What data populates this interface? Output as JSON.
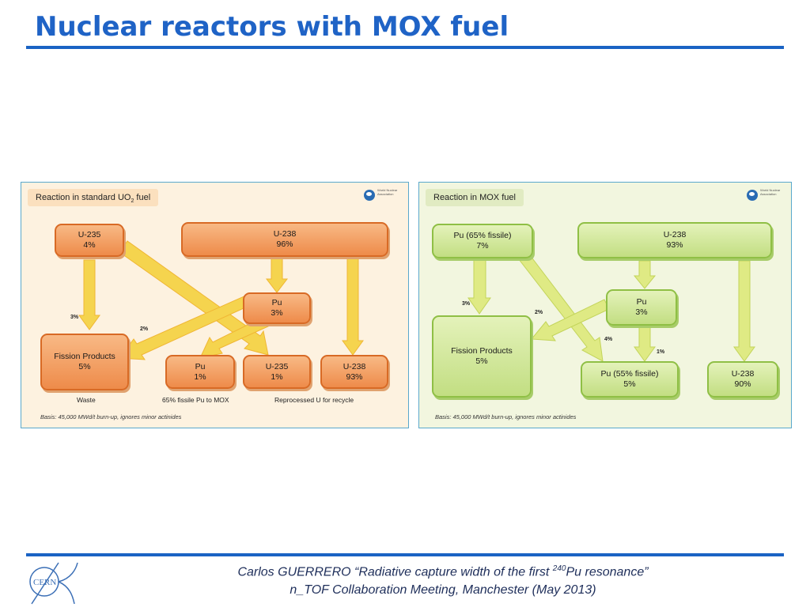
{
  "slide": {
    "title": "Nuclear reactors with MOX fuel"
  },
  "colors": {
    "title": "#1f63c6",
    "rule": "#1a63c4",
    "uo2_box_fill": "#f4a263",
    "uo2_box_border": "#d86a25",
    "uo2_arrow": "#f5d44e",
    "mox_box_fill": "#d2e69c",
    "mox_box_border": "#8fbf45",
    "mox_arrow": "#dfea84"
  },
  "logo_text": {
    "wna": "World Nuclear Association",
    "cern": "CERN"
  },
  "uo2_panel": {
    "title_prefix": "Reaction in standard UO",
    "title_sub": "2",
    "title_suffix": " fuel",
    "boxes": {
      "u235_top": {
        "name": "U-235",
        "value": "4%"
      },
      "u238_top": {
        "name": "U-238",
        "value": "96%"
      },
      "pu_mid": {
        "name": "Pu",
        "value": "3%"
      },
      "fission": {
        "name": "Fission Products",
        "value": "5%"
      },
      "pu_bottom": {
        "name": "Pu",
        "value": "1%"
      },
      "u235_bottom": {
        "name": "U-235",
        "value": "1%"
      },
      "u238_bottom": {
        "name": "U-238",
        "value": "93%"
      }
    },
    "arrow_labels": {
      "to_fission": "3%",
      "pu_to_fission": "2%"
    },
    "captions": {
      "waste": "Waste",
      "pu_to_mox": "65% fissile Pu to MOX",
      "reprocessed": "Reprocessed U for recycle"
    },
    "basis": "Basis: 45,000 MWd/t burn-up, ignores minor actinides"
  },
  "mox_panel": {
    "title": "Reaction in MOX fuel",
    "boxes": {
      "pu_top": {
        "name": "Pu (65% fissile)",
        "value": "7%"
      },
      "u238_top": {
        "name": "U-238",
        "value": "93%"
      },
      "pu_mid": {
        "name": "Pu",
        "value": "3%"
      },
      "fission": {
        "name": "Fission Products",
        "value": "5%"
      },
      "pu_bottom": {
        "name": "Pu (55% fissile)",
        "value": "5%"
      },
      "u238_bottom": {
        "name": "U-238",
        "value": "90%"
      }
    },
    "arrow_labels": {
      "to_fission": "3%",
      "pu_to_fission": "2%",
      "pu_diag": "4%",
      "pu_down": "1%"
    },
    "basis": "Basis: 45,000 MWd/t burn-up, ignores minor actinides"
  },
  "footer": {
    "line1_prefix": "Carlos GUERRERO “Radiative capture width of the first ",
    "line1_sup": "240",
    "line1_suffix": "Pu resonance”",
    "line2": "n_TOF Collaboration Meeting, Manchester (May 2013)"
  }
}
